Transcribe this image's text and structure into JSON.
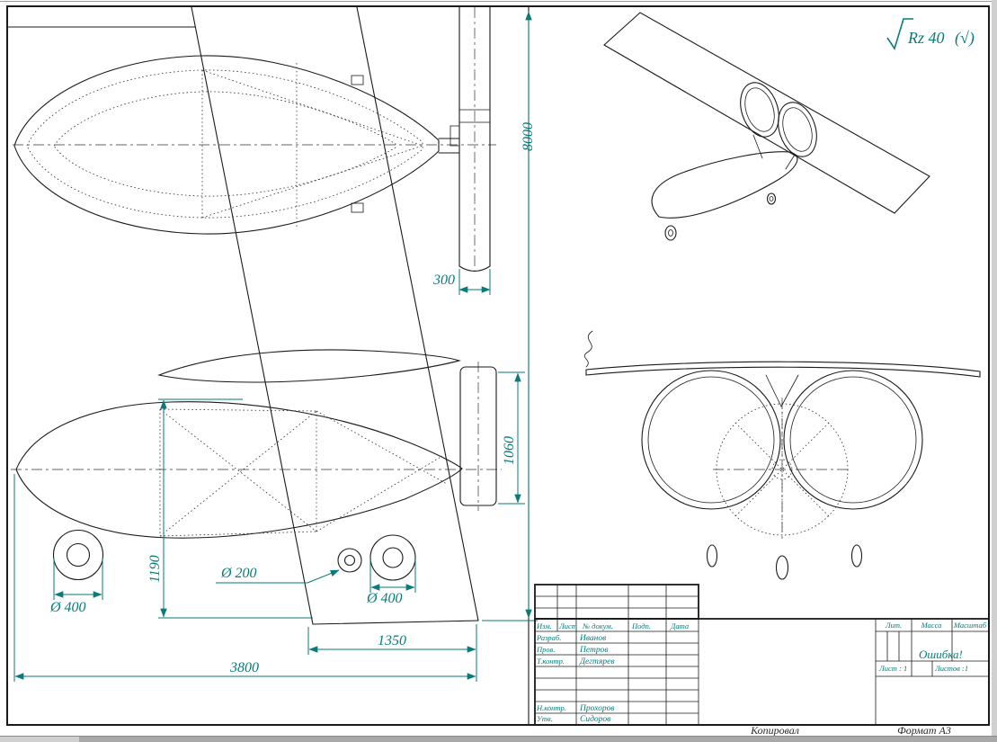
{
  "roughness": {
    "value": "Rz 40",
    "bracket": "(√)"
  },
  "dimensions": {
    "span": "8000",
    "tail_chord": "300",
    "fin_height": "1060",
    "gear_height": "1190",
    "wheel_small_dia": "Ø 200",
    "wheel_main_left_dia": "Ø 400",
    "wheel_main_right_dia": "Ø 400",
    "wheel_base": "1350",
    "fuselage_length": "3800"
  },
  "title_block": {
    "columns": {
      "izm": "Изм.",
      "list": "Лист",
      "doc_no": "№ докум.",
      "sign": "Подп.",
      "date": "Дата"
    },
    "rows": [
      {
        "label": "Разраб.",
        "name": "Иванов"
      },
      {
        "label": "Пров.",
        "name": "Петров"
      },
      {
        "label": "Т.контр.",
        "name": "Дегтярев"
      },
      {
        "label": "Н.контр.",
        "name": "Прохоров"
      },
      {
        "label": "Утв.",
        "name": "Сидоров"
      }
    ],
    "lit_label": "Лит.",
    "mass_label": "Масса",
    "scale_label": "Масштаб",
    "doc_title": "Ошибка!",
    "sheet_label": "Лист : 1",
    "sheets_label": "Листов :1"
  },
  "footer": {
    "copied_by": "Копировал",
    "format": "Формат A3"
  }
}
